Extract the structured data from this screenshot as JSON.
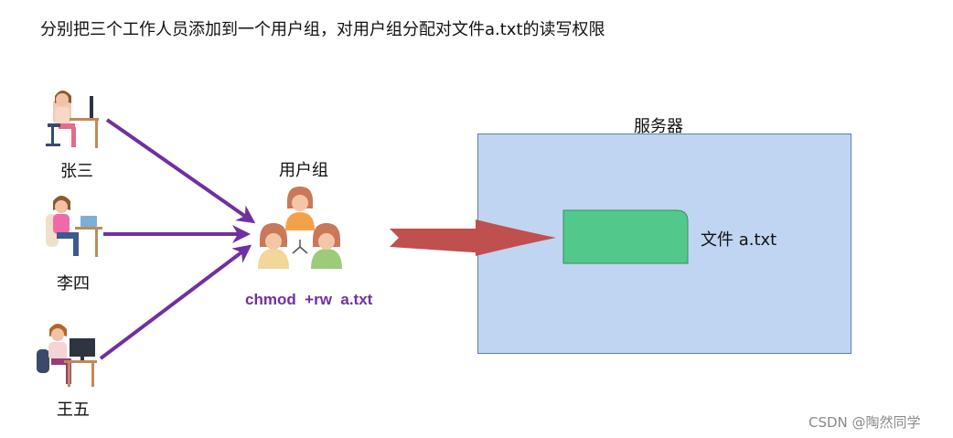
{
  "title": "分别把三个工作人员添加到一个用户组，对用户组分配对文件a.txt的读写权限",
  "users": [
    {
      "name": "张三"
    },
    {
      "name": "李四"
    },
    {
      "name": "王五"
    }
  ],
  "group": {
    "label": "用户组"
  },
  "command": "chmod  +rw  a.txt",
  "server": {
    "label": "服务器"
  },
  "file": {
    "label": "文件 a.txt"
  },
  "watermark": "CSDN @陶然同学",
  "colors": {
    "arrow_purple": "#7030a0",
    "big_arrow": "#c0504d",
    "server_fill": "#c0d5f2",
    "file_fill": "#52c98a"
  },
  "icons": [
    "person-at-desk-icon",
    "user-group-icon"
  ]
}
